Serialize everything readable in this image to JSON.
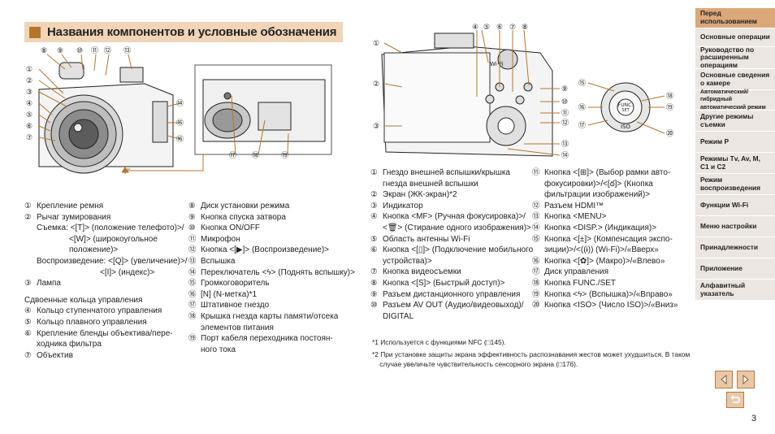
{
  "title": "Названия компонентов и условные обозначения",
  "page_number": "3",
  "front_callouts": [
    "①",
    "②",
    "③",
    "④",
    "⑤",
    "⑥",
    "⑦",
    "⑧",
    "⑨",
    "⑩",
    "⑪",
    "⑫",
    "⑬",
    "⑭",
    "⑮",
    "⑯"
  ],
  "bottom_callouts": [
    "⑰",
    "⑱",
    "⑲"
  ],
  "back_callouts": [
    "①",
    "②",
    "③",
    "④",
    "⑤",
    "⑥",
    "⑦",
    "⑧",
    "⑨",
    "⑩",
    "⑪",
    "⑫",
    "⑬",
    "⑭"
  ],
  "dial_callouts": [
    "⑮",
    "⑯",
    "⑰",
    "⑱",
    "⑲",
    "⑳"
  ],
  "back_labels": {
    "wifi": "Wi-Fi",
    "func": "FUNC.",
    "set": "SET",
    "iso": "ISO"
  },
  "left_col": [
    {
      "num": "①",
      "text": "Крепление ремня"
    },
    {
      "num": "②",
      "text": "Рычаг зумирования"
    },
    {
      "num": "",
      "text": "Съемка: <[T]> (положение телефото)>/"
    },
    {
      "num": "",
      "text": "<[W]> (широкоугольное"
    },
    {
      "num": "",
      "text": "положение)>"
    },
    {
      "num": "",
      "text": "Воспроизведение: <[Q]> (увеличение)>/"
    },
    {
      "num": "",
      "text": "<[I]> (индекс)>"
    },
    {
      "num": "③",
      "text": "Лампа"
    },
    {
      "num": "",
      "text": "Сдвоенные кольца управления"
    },
    {
      "num": "④",
      "text": "Кольцо ступенчатого управления"
    },
    {
      "num": "⑤",
      "text": "Кольцо плавного управления"
    },
    {
      "num": "⑥",
      "text": "Крепление бленды объектива/пере-"
    },
    {
      "num": "",
      "text": "ходника фильтра"
    },
    {
      "num": "⑦",
      "text": "Объектив"
    }
  ],
  "mid_col": [
    {
      "num": "⑧",
      "text": "Диск установки режима"
    },
    {
      "num": "⑨",
      "text": "Кнопка спуска затвора"
    },
    {
      "num": "⑩",
      "text": "Кнопка ON/OFF"
    },
    {
      "num": "⑪",
      "text": "Микрофон"
    },
    {
      "num": "⑫",
      "text": "Кнопка <[▶]> (Воспроизведение)>"
    },
    {
      "num": "⑬",
      "text": "Вспышка"
    },
    {
      "num": "⑭",
      "text": "Переключатель <ϟ> (Поднять вспышку)>"
    },
    {
      "num": "⑮",
      "text": "Громкоговоритель"
    },
    {
      "num": "⑯",
      "text": "[N] (N-метка)*1"
    },
    {
      "num": "⑰",
      "text": "Штативное гнездо"
    },
    {
      "num": "⑱",
      "text": "Крышка гнезда карты памяти/отсека"
    },
    {
      "num": "",
      "text": "элементов питания"
    },
    {
      "num": "⑲",
      "text": "Порт кабеля переходника постоян-"
    },
    {
      "num": "",
      "text": "ного тока"
    }
  ],
  "right1_col": [
    {
      "num": "①",
      "text": "Гнездо внешней вспышки/крышка"
    },
    {
      "num": "",
      "text": "гнезда внешней вспышки"
    },
    {
      "num": "②",
      "text": "Экран (ЖК-экран)*2"
    },
    {
      "num": "③",
      "text": "Индикатор"
    },
    {
      "num": "④",
      "text": "Кнопка <MF> (Ручная фокусировка)>/"
    },
    {
      "num": "",
      "text": "<🗑> (Стирание одного изображения)>"
    },
    {
      "num": "⑤",
      "text": "Область антенны Wi-Fi"
    },
    {
      "num": "⑥",
      "text": "Кнопка <[▯]> (Подключение мобильного"
    },
    {
      "num": "",
      "text": "устройства)>"
    },
    {
      "num": "⑦",
      "text": "Кнопка видеосъемки"
    },
    {
      "num": "⑧",
      "text": "Кнопка <[S]> (Быстрый доступ)>"
    },
    {
      "num": "⑨",
      "text": "Разъем дистанционного управления"
    },
    {
      "num": "⑩",
      "text": "Разъем AV OUT (Аудио/видеовыход)/"
    },
    {
      "num": "",
      "text": "DIGITAL"
    }
  ],
  "right2_col": [
    {
      "num": "⑪",
      "text": "Кнопка <[⊞]> (Выбор рамки авто-"
    },
    {
      "num": "",
      "text": "фокусировки)>/<[ఠ]> (Кнопка"
    },
    {
      "num": "",
      "text": "фильтрации изображений)>"
    },
    {
      "num": "⑫",
      "text": "Разъем HDMI™"
    },
    {
      "num": "⑬",
      "text": "Кнопка <MENU>"
    },
    {
      "num": "⑭",
      "text": "Кнопка <DISP.> (Индикация)>"
    },
    {
      "num": "⑮",
      "text": "Кнопка <[±]> (Компенсация экспо-"
    },
    {
      "num": "",
      "text": "зиции)>/<((ɨ)) (Wi-Fi)>/«Вверх»"
    },
    {
      "num": "⑯",
      "text": "Кнопка <[✿]> (Макро)>/«Влево»"
    },
    {
      "num": "⑰",
      "text": "Диск управления"
    },
    {
      "num": "⑱",
      "text": "Кнопка FUNC./SET"
    },
    {
      "num": "⑲",
      "text": "Кнопка <ϟ> (Вспышка)>/«Вправо»"
    },
    {
      "num": "⑳",
      "text": "Кнопка <ISO> (Число ISO)>/«Вниз»"
    }
  ],
  "footnotes": [
    "*1 Используется с функциями NFC (□145).",
    "*2 При установке защиты экрана эффективность распознавания жестов может ухудшиться. В таком",
    "    случае увеличьте чувствительность сенсорного экрана (□176)."
  ],
  "sidebar": [
    {
      "label": "Перед\nиспользованием",
      "active": true
    },
    {
      "label": "Основные операции",
      "active": false
    },
    {
      "label": "Руководство по\nрасширенным операциям",
      "active": false
    },
    {
      "label": "Основные сведения\nо камере",
      "active": false
    },
    {
      "label": "Автоматический/гибридный\nавтоматический режим",
      "active": false
    },
    {
      "label": "Другие режимы\nсъемки",
      "active": false
    },
    {
      "label": "Режим P",
      "active": false
    },
    {
      "label": "Режимы Tv, Av, M,\nC1 и C2",
      "active": false
    },
    {
      "label": "Режим\nвоспроизведения",
      "active": false
    },
    {
      "label": "Функции Wi-Fi",
      "active": false
    },
    {
      "label": "Меню настройки",
      "active": false
    },
    {
      "label": "Принадлежности",
      "active": false
    },
    {
      "label": "Приложение",
      "active": false
    },
    {
      "label": "Алфавитный указатель",
      "active": false
    }
  ],
  "colors": {
    "accent": "#b4762a",
    "title_bg": "#f1d5b8",
    "side_active": "#dba87a",
    "side_bg": "#ebe6e1"
  },
  "nav_icons": [
    "prev-page-icon",
    "next-page-icon",
    "return-icon"
  ]
}
